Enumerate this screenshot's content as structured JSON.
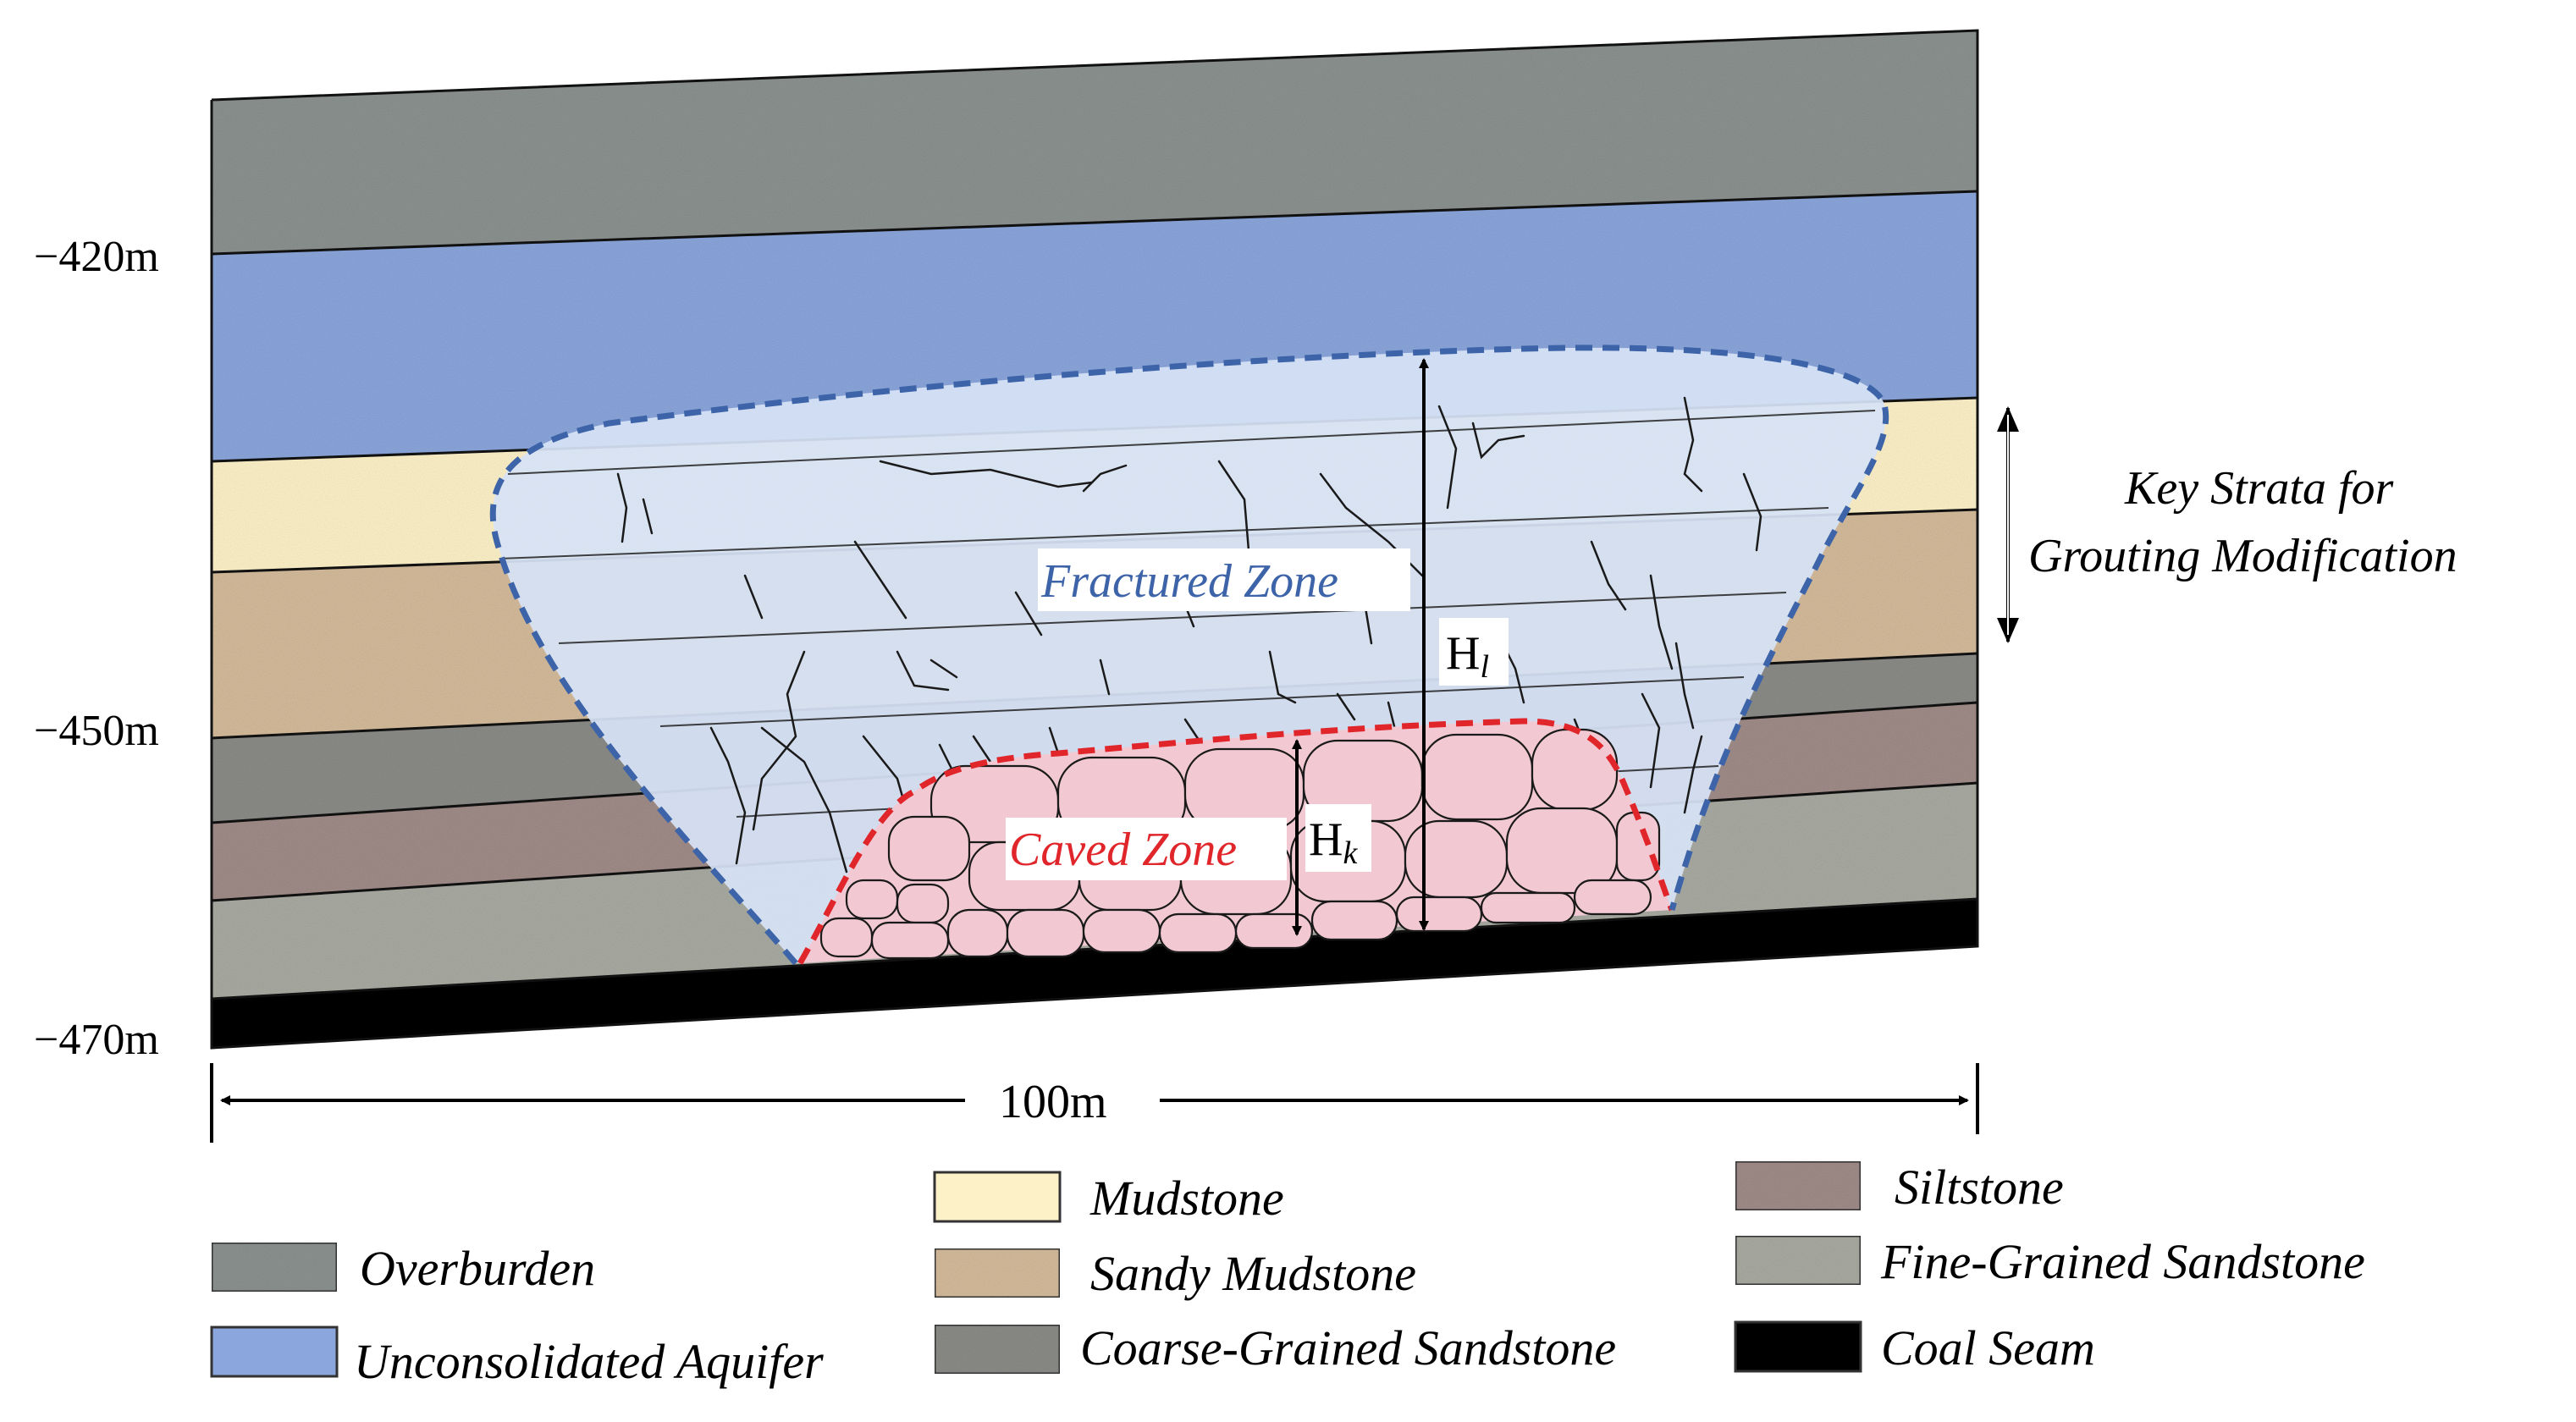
{
  "depth_labels": [
    "−420m",
    "−450m",
    "−470m"
  ],
  "zones": {
    "fractured": {
      "label": "Fractured Zone",
      "color": "#3d64a8"
    },
    "caved": {
      "label": "Caved Zone",
      "color": "#e0262a"
    }
  },
  "heights": {
    "fractured": "H",
    "fractured_sub": "l",
    "caved": "H",
    "caved_sub": "k"
  },
  "key_strata": {
    "line1": "Key Strata for",
    "line2": "Grouting Modification"
  },
  "width_label": "100m",
  "legend": [
    {
      "key": "overburden",
      "label": "Overburden",
      "color": "#8c9290"
    },
    {
      "key": "aquifer",
      "label": "Unconsolidated Aquifer",
      "color": "#8ba6dc"
    },
    {
      "key": "mudstone",
      "label": "Mudstone",
      "color": "#fdf1c8"
    },
    {
      "key": "sandy_mudstone",
      "label": "Sandy Mudstone",
      "color": "#d4bb9b"
    },
    {
      "key": "coarse_sandstone",
      "label": "Coarse-Grained Sandstone",
      "color": "#8b8c88"
    },
    {
      "key": "siltstone",
      "label": "Siltstone",
      "color": "#a08c88"
    },
    {
      "key": "fine_sandstone",
      "label": "Fine-Grained Sandstone",
      "color": "#a9aba2"
    },
    {
      "key": "coal",
      "label": "Coal Seam",
      "color": "#000000"
    }
  ]
}
